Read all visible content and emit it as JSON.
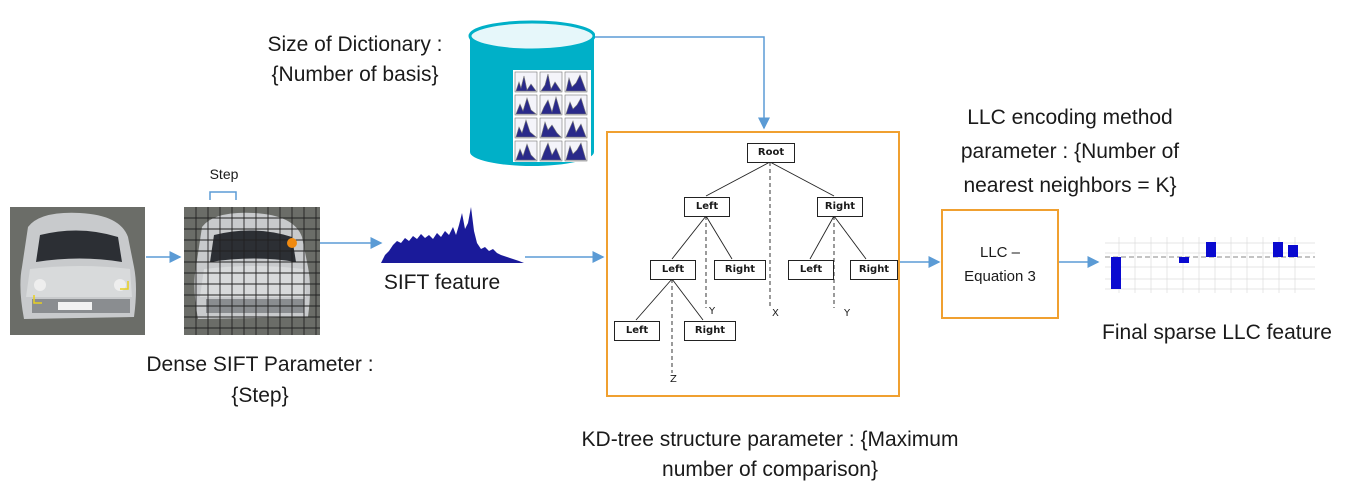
{
  "dictionary": {
    "line1": "Size of Dictionary :",
    "line2": "{Number of basis}"
  },
  "step_label": "Step",
  "sift_feature_label": "SIFT feature",
  "dense_sift": {
    "line1": "Dense SIFT Parameter :",
    "line2": "{Step}"
  },
  "kd_tree": {
    "caption_line1": "KD-tree structure parameter : {Maximum",
    "caption_line2": "number of comparison}",
    "nodes": {
      "root": "Root",
      "l1_left": "Left",
      "l1_right": "Right",
      "l2_left": "Left",
      "l2_right": "Right",
      "l2_right_left": "Left",
      "l2_right_right": "Right",
      "l3_left": "Left",
      "l3_right": "Right"
    },
    "axes": {
      "x": "X",
      "y1": "Y",
      "y2": "Y",
      "z": "Z"
    }
  },
  "llc": {
    "method_line1": "LLC encoding method",
    "method_line2": "parameter : {Number of",
    "method_line3": "nearest neighbors = K}",
    "box_line1": "LLC –",
    "box_line2": "Equation  3"
  },
  "final_label": "Final sparse LLC feature",
  "colors": {
    "arrow": "#5b9bd5",
    "box_border": "#f0a030",
    "dictionary": "#00b0c8",
    "histogram": "#1a1a9a",
    "bar": "#0a0ad0",
    "dot": "#f08a10"
  }
}
